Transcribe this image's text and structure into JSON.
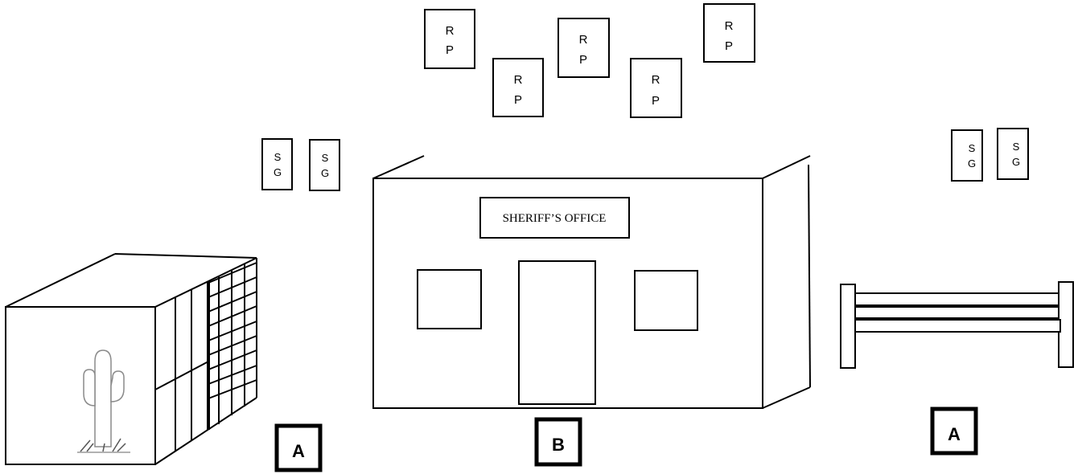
{
  "colors": {
    "ink": "#000000",
    "paper": "#ffffff",
    "cactus": "#8a8a8a"
  },
  "rp_tokens": [
    {
      "line1": "R",
      "line2": "P"
    },
    {
      "line1": "R",
      "line2": "P"
    },
    {
      "line1": "R",
      "line2": "P"
    },
    {
      "line1": "R",
      "line2": "P"
    },
    {
      "line1": "R",
      "line2": "P"
    }
  ],
  "sg_tokens": [
    {
      "line1": "S",
      "line2": "G"
    },
    {
      "line1": "S",
      "line2": "G"
    },
    {
      "line1": "S",
      "line2": "G"
    },
    {
      "line1": "S",
      "line2": "G"
    }
  ],
  "building": {
    "sign": "SHERIFF’S OFFICE"
  },
  "markers": {
    "left": "A",
    "center": "B",
    "right": "A"
  },
  "icons": [
    "cactus-icon",
    "jail-cage-icon",
    "hitching-post-icon"
  ]
}
